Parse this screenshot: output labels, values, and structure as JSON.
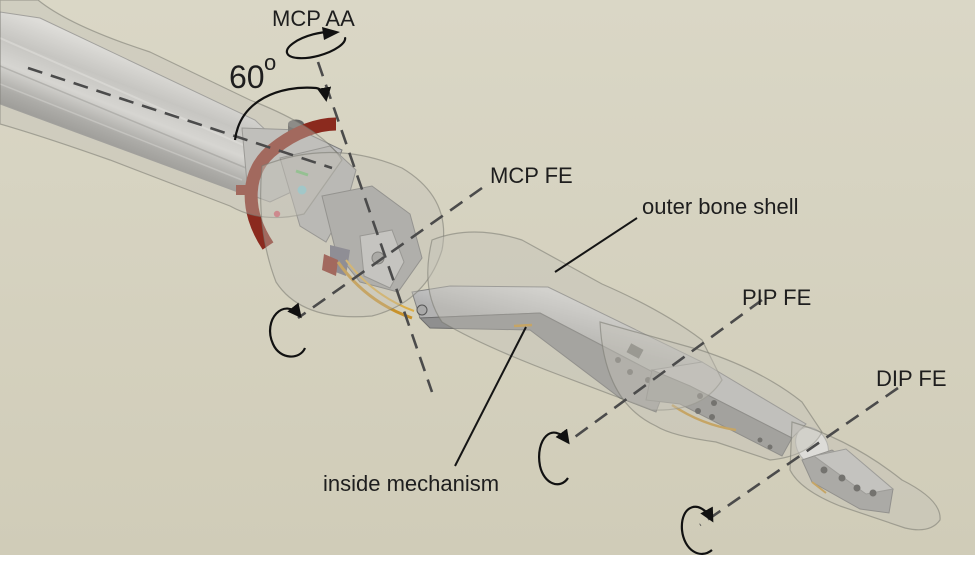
{
  "labels": {
    "mcp_aa": "MCP AA",
    "angle_value": "60",
    "angle_degree_mark": "o",
    "mcp_fe": "MCP FE",
    "outer_bone_shell": "outer bone shell",
    "pip_fe": "PIP FE",
    "dip_fe": "DIP FE",
    "inside_mechanism": "inside mechanism"
  },
  "colors": {
    "background": "#d6d3c2",
    "bracket": "#8b2a1e",
    "wire": "#c8922a",
    "label_text": "#1e1e1e"
  }
}
